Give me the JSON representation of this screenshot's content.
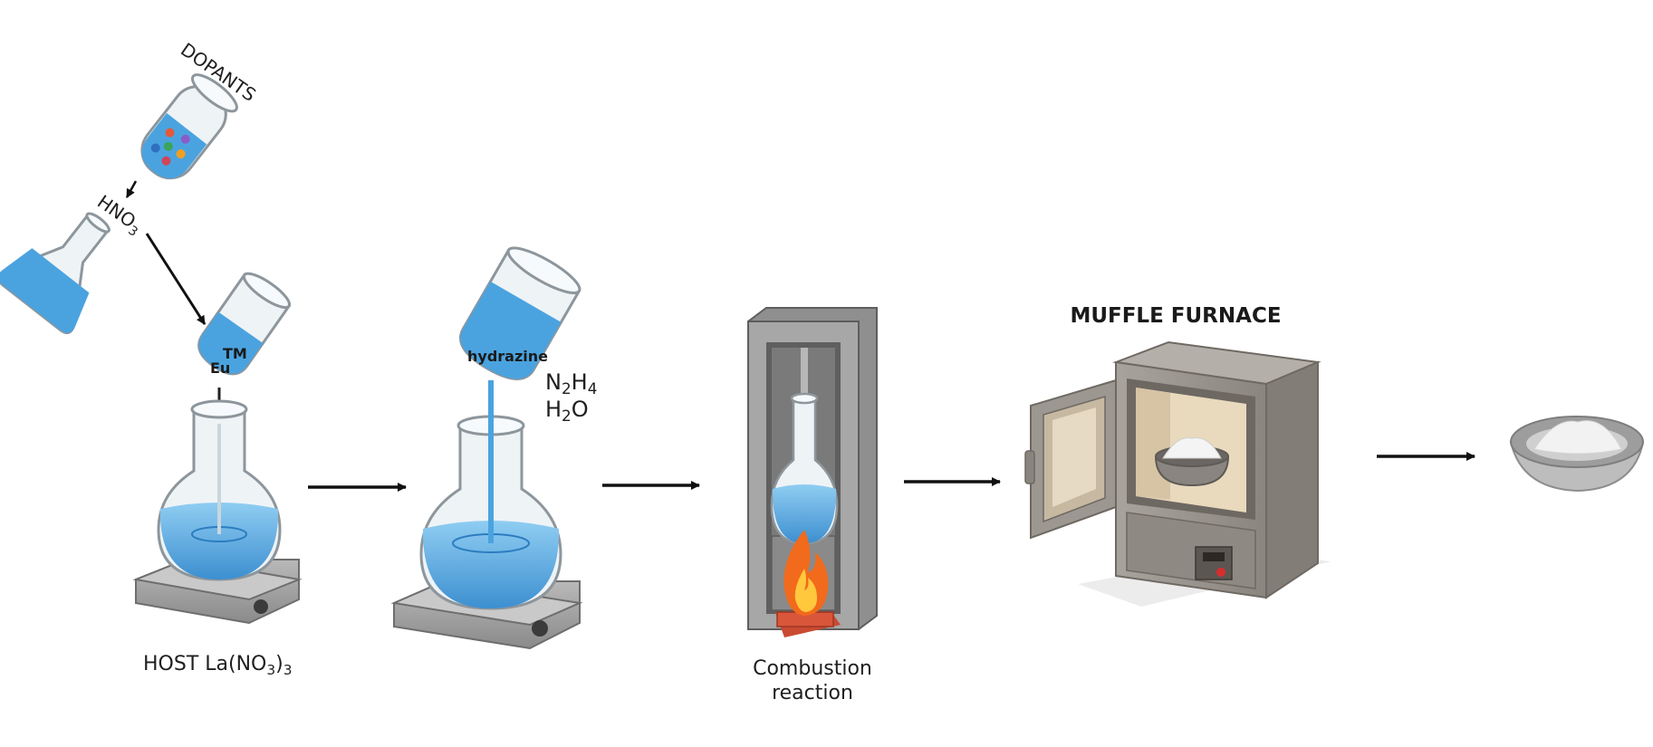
{
  "labels": {
    "dopants": "DOPANTS",
    "hno3_main": "HNO",
    "hno3_sub": "3",
    "tm": "TM",
    "eu": "Eu",
    "hydrazine": "hydrazine",
    "n2h4": {
      "a": "N",
      "b": "2",
      "c": "H",
      "d": "4"
    },
    "h2o": {
      "a": "H",
      "b": "2",
      "c": "O"
    },
    "host": {
      "a": "HOST La(NO",
      "b": "3",
      "c": ")",
      "d": "3"
    },
    "combustion_line1": "Combustion",
    "combustion_line2": "reaction",
    "muffle_furnace": "MUFFLE FURNACE"
  },
  "colors": {
    "liquid": "#4aa3df",
    "liquid_light": "#8fcdf2",
    "glass": "#eef3f6",
    "glass_stroke": "#8d969c",
    "plate": "#9a9a9a",
    "plate_dark": "#6e6e6e",
    "furnace": "#9b958f",
    "furnace_dark": "#7a746e",
    "furnace_inner": "#e9d9bd",
    "flame_outer": "#f26a1b",
    "flame_inner": "#ffc83d",
    "brick": "#d9563a",
    "arrow": "#111111"
  },
  "icons": [
    "dopant-vial-icon",
    "hno3-flask-icon",
    "dopant-beaker-icon",
    "host-flask-icon",
    "hotplate-icon",
    "hydrazine-beaker-icon",
    "reaction-flask-icon",
    "combustion-chamber-icon",
    "flame-icon",
    "muffle-furnace-icon",
    "crucible-icon",
    "powder-dish-icon"
  ]
}
